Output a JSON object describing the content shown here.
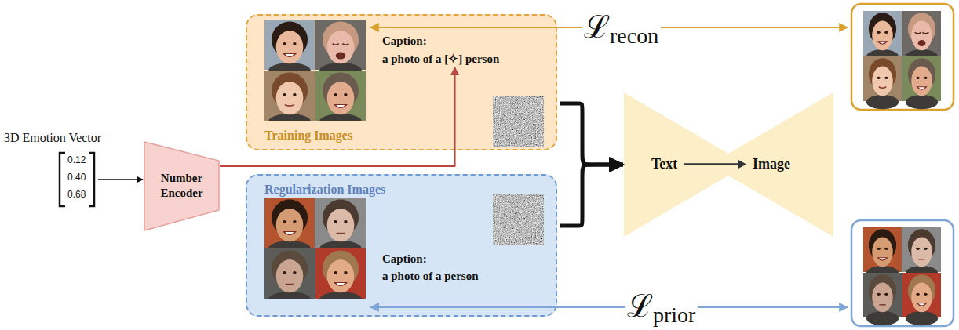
{
  "diagram": {
    "nodes": [
      {
        "text": [
          "Caption:",
          "a photo of a [✧] person",
          "Training Images"
        ]
      },
      {
        "text": [
          "Number Encoder"
        ]
      },
      {
        "text": [
          "Regularization Images",
          "Caption:",
          "a photo of a person"
        ]
      },
      {
        "text": [
          "Text",
          "Image"
        ]
      }
    ],
    "edges": [
      {
        "from": 1,
        "to": 0,
        "arrow": "to"
      },
      {
        "from": 0,
        "to": 3,
        "arrow": "to"
      },
      {
        "from": 2,
        "to": 3,
        "arrow": "to"
      }
    ],
    "labels": [
      "3D Emotion Vector",
      "0.12",
      "0.40",
      "0.68",
      "ℒ",
      "recon",
      "ℒ",
      "prior"
    ]
  }
}
